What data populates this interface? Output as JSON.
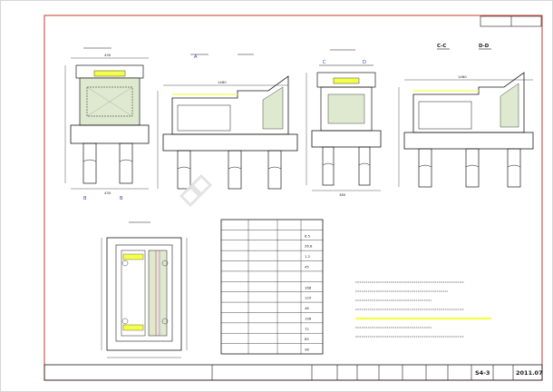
{
  "title_block": {
    "drawing_title": "",
    "design_label": "",
    "review_label": "",
    "check_label": "",
    "drawing_no_label": "",
    "drawing_no_value": "S4-3",
    "date_label": "",
    "date_value": "2011.07"
  },
  "sheet_header": {
    "page_label": "",
    "total_label": ""
  },
  "views": {
    "view1_title": "",
    "view1_scale": "",
    "view2_title": "",
    "view2_scale": "",
    "view3_title": "",
    "view4_title": "",
    "view4_scale": "",
    "view5_title": "C-C",
    "view6_title": "D-D",
    "view6_scale": "",
    "plan_title": "",
    "plan_scale": "",
    "plan_sub": ""
  },
  "section_marks": {
    "a": "A",
    "b": "B",
    "c": "C",
    "d": "D"
  },
  "quantity_table": {
    "title": "",
    "headers": [
      "",
      "",
      "",
      ""
    ],
    "rows": [
      [
        "",
        "",
        "",
        "6.5"
      ],
      [
        "",
        "",
        "",
        "26.8"
      ],
      [
        "",
        "",
        "",
        "1.2"
      ],
      [
        "",
        "",
        "",
        "45"
      ],
      [
        "",
        "",
        "",
        ""
      ],
      [
        "",
        "",
        "",
        "168"
      ],
      [
        "",
        "",
        "",
        "120"
      ],
      [
        "",
        "",
        "",
        "48"
      ],
      [
        "",
        "",
        "",
        "196"
      ],
      [
        "",
        "",
        "",
        "72"
      ],
      [
        "",
        "",
        "",
        "85"
      ],
      [
        "",
        "",
        "",
        "36"
      ]
    ]
  },
  "notes": {
    "heading": "",
    "items": [
      "",
      "",
      "",
      "",
      "",
      "",
      ""
    ]
  },
  "watermark": {
    "text": "",
    "sub": ""
  },
  "colors": {
    "line": "#1a1a1a",
    "dim": "#2a2a2a",
    "highlight": "#f4ff4a",
    "hatch": "#9a9a9a",
    "blue": "#1f3fbf",
    "red": "#c0392b",
    "magenta": "#cc33cc",
    "green_fill": "#dfe9d0",
    "frame": "#c0392b"
  }
}
